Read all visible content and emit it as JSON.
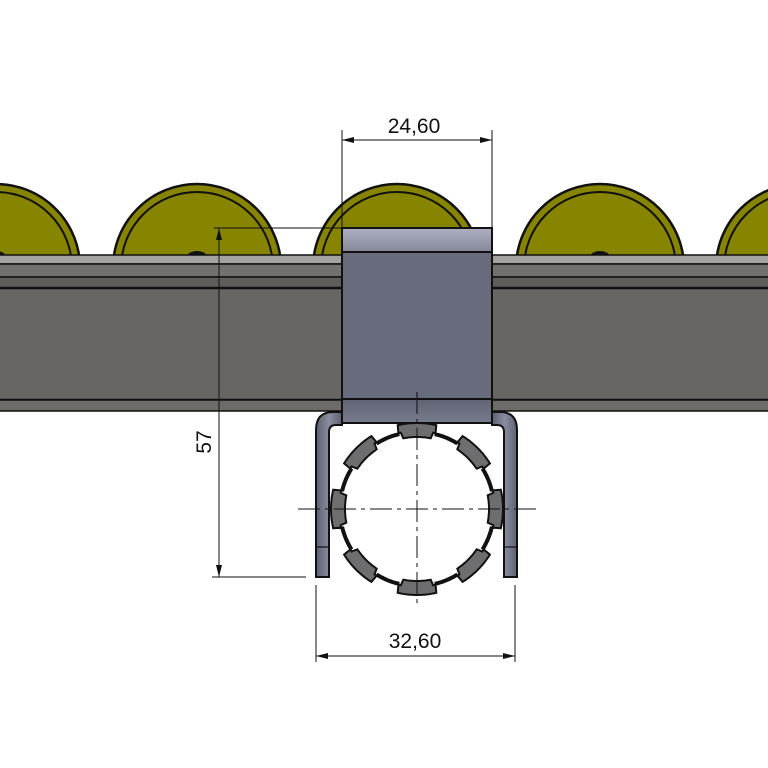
{
  "dimensions": {
    "bracket_width": "24,60",
    "height": "57",
    "clip_width": "32,60"
  },
  "colors": {
    "wheel": "#878400",
    "rail": "#676663",
    "rail_light": "#a3a29f",
    "bracket": "#676b7b",
    "bracket_light": "#9c9eb0",
    "tube": "#6e6e70",
    "line": "#111111"
  }
}
